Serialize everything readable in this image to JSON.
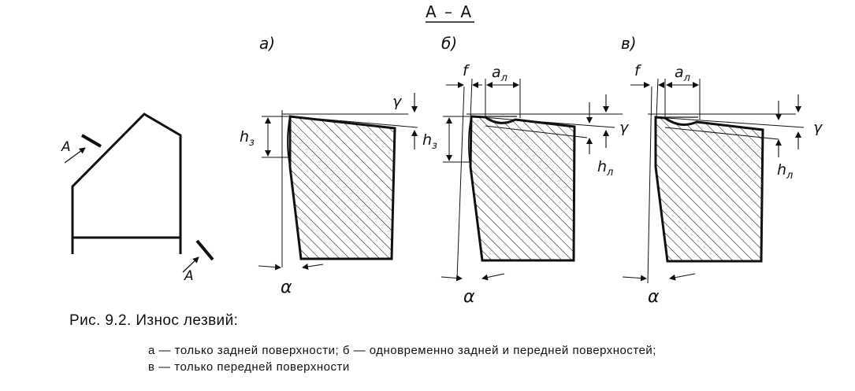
{
  "section_title": "А – А",
  "views": [
    {
      "label": "а)"
    },
    {
      "label": "б)"
    },
    {
      "label": "в)"
    }
  ],
  "symbols": {
    "section_mark": "А",
    "h_flank": "h",
    "h_flank_sub": "з",
    "h_face": "h",
    "h_face_sub": "л",
    "a_face": "a",
    "a_face_sub": "л",
    "gamma": "γ",
    "alpha": "α",
    "f": "f"
  },
  "caption": "Рис. 9.2. Износ лезвий:",
  "legend": [
    "а — только задней поверхности; б — одновременно задней и передней поверхностей;",
    "в — только передней поверхности"
  ]
}
